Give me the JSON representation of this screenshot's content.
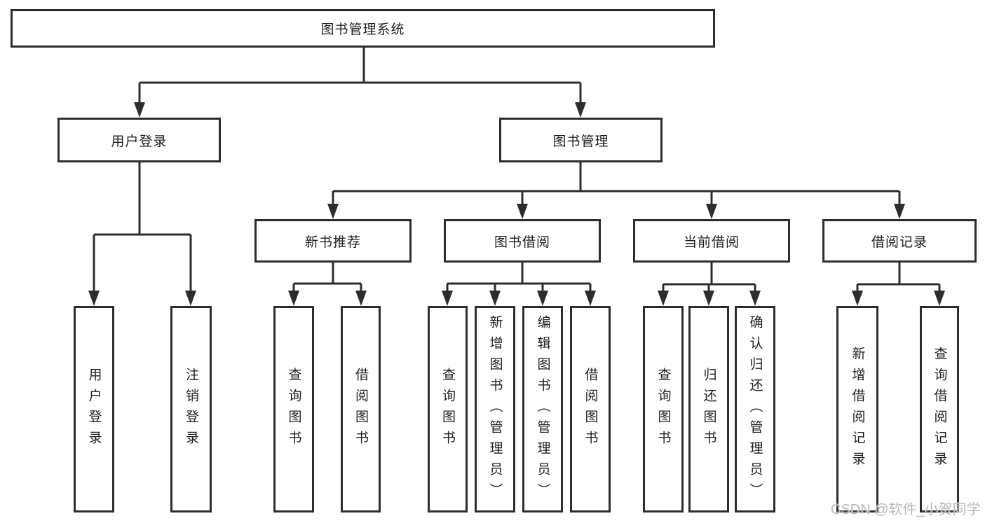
{
  "diagram": {
    "type": "hierarchy-diagram",
    "colors": {
      "line": "#2d2d2d",
      "text": "#1f1f1f",
      "background": "#ffffff",
      "watermark": "#b9b9b9"
    },
    "tree": {
      "label": "图书管理系统",
      "children": [
        {
          "label": "用户登录",
          "children": [
            {
              "label": "用户登录"
            },
            {
              "label": "注销登录"
            }
          ]
        },
        {
          "label": "图书管理",
          "children": [
            {
              "label": "新书推荐",
              "children": [
                {
                  "label": "查询图书"
                },
                {
                  "label": "借阅图书"
                }
              ]
            },
            {
              "label": "图书借阅",
              "children": [
                {
                  "label": "查询图书"
                },
                {
                  "label": "新增图书（管理员）"
                },
                {
                  "label": "编辑图书（管理员）"
                },
                {
                  "label": "借阅图书"
                }
              ]
            },
            {
              "label": "当前借阅",
              "children": [
                {
                  "label": "查询图书"
                },
                {
                  "label": "归还图书"
                },
                {
                  "label": "确认归还（管理员）"
                }
              ]
            },
            {
              "label": "借阅记录",
              "children": [
                {
                  "label": "新增借阅记录"
                },
                {
                  "label": "查询借阅记录"
                }
              ]
            }
          ]
        }
      ]
    },
    "watermark": "CSDN @软件_小贺同学"
  }
}
